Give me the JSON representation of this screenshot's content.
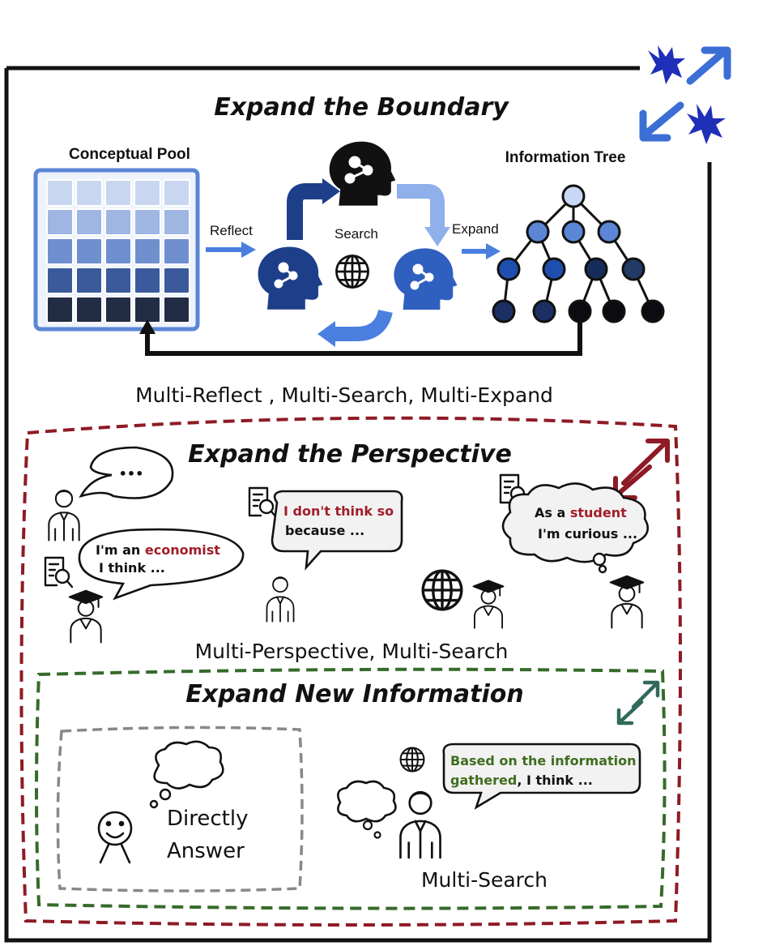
{
  "boundary": {
    "title": "Expand the Boundary",
    "pool_label": "Conceptual Pool",
    "tree_label": "Information Tree",
    "reflect": "Reflect",
    "search": "Search",
    "expand": "Expand",
    "caption": "Multi-Reflect , Multi-Search, Multi-Expand",
    "accent_color": "#3b6fd6"
  },
  "perspective": {
    "title": "Expand the Perspective",
    "ellipsis": "•••",
    "economist_pre": "I'm an ",
    "economist_word": "economist",
    "economist_line2": "I think ...",
    "disagree_red": "I don't think so",
    "disagree_line2": "because ...",
    "student_pre": "As a ",
    "student_word": "student",
    "student_line2": "I'm curious ...",
    "caption": "Multi-Perspective, Multi-Search",
    "accent_color": "#8e1b25"
  },
  "new_info": {
    "title": "Expand New Information",
    "direct_line1": "Directly",
    "direct_line2": "Answer",
    "based_green": "Based on the information",
    "gathered_green": "gathered",
    "based_rest": ", I think ...",
    "caption": "Multi-Search",
    "accent_color": "#2f6a5c"
  }
}
